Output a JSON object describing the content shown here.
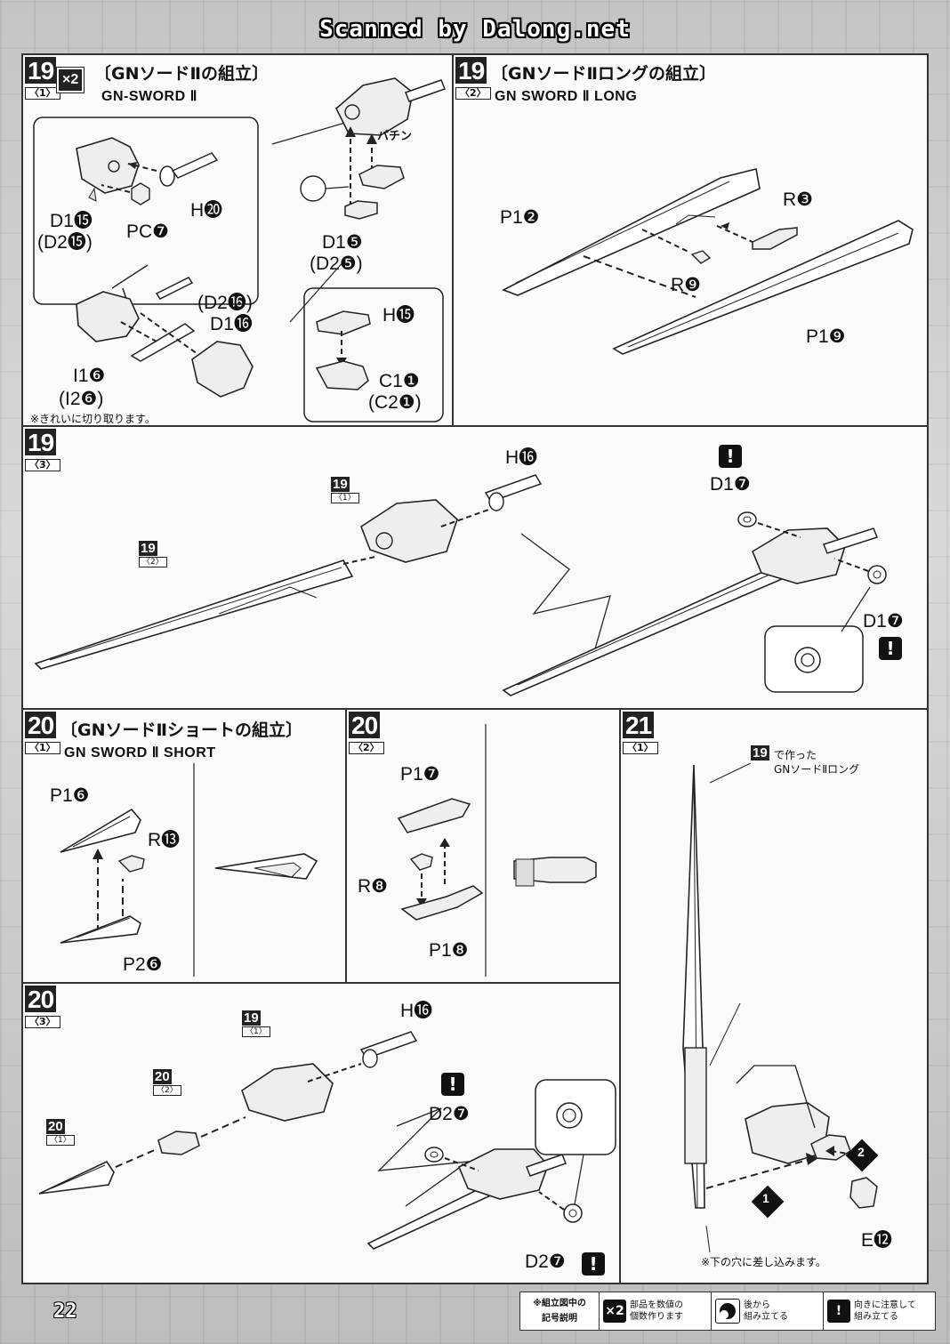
{
  "watermark": "Scanned by Dalong.net",
  "page_number": "22",
  "steps": {
    "s19_1": {
      "num": "19",
      "sub": "〈1〉",
      "qty": "×2",
      "title_jp": "〔GNソードⅡの組立〕",
      "title_en": "GN-SWORD Ⅱ",
      "labels": {
        "h20": "H⓴",
        "d1_15": "D1⓯",
        "d2_15": "(D2⓯)",
        "pc7": "PC❼",
        "d2_16": "(D2⓰)",
        "d1_16": "D1⓰",
        "i1_6": "I1❻",
        "i2_6": "(I2❻)",
        "d1_5": "D1❺",
        "d2_5": "(D2❺)",
        "pachin": "パチン",
        "h15": "H⓯",
        "c1_1": "C1❶",
        "c2_1": "(C2❶)"
      },
      "note": "※きれいに切り取ります。"
    },
    "s19_2": {
      "num": "19",
      "sub": "〈2〉",
      "title_jp": "〔GNソードⅡロングの組立〕",
      "title_en": "GN SWORD Ⅱ LONG",
      "labels": {
        "p1_2": "P1❷",
        "r3": "R❸",
        "r9": "R❾",
        "p1_9": "P1❾"
      }
    },
    "s19_3": {
      "num": "19",
      "sub": "〈3〉",
      "labels": {
        "h16": "H⓰",
        "d1_7a": "D1❼",
        "d1_7b": "D1❼"
      },
      "refs": {
        "r19_1_num": "19",
        "r19_1_sub": "〈1〉",
        "r19_2_num": "19",
        "r19_2_sub": "〈2〉"
      },
      "excl": "!"
    },
    "s20_1": {
      "num": "20",
      "sub": "〈1〉",
      "title_jp": "〔GNソードⅡショートの組立〕",
      "title_en": "GN SWORD Ⅱ SHORT",
      "labels": {
        "p1_6": "P1❻",
        "r13": "R⓭",
        "p2_6": "P2❻"
      }
    },
    "s20_2": {
      "num": "20",
      "sub": "〈2〉",
      "labels": {
        "p1_7": "P1❼",
        "r8": "R❽",
        "p1_8": "P1❽"
      }
    },
    "s20_3": {
      "num": "20",
      "sub": "〈3〉",
      "labels": {
        "h16": "H⓰",
        "d2_7a": "D2❼",
        "d2_7b": "D2❼"
      },
      "refs": {
        "r19_1_num": "19",
        "r19_1_sub": "〈1〉",
        "r20_2_num": "20",
        "r20_2_sub": "〈2〉",
        "r20_1_num": "20",
        "r20_1_sub": "〈1〉"
      }
    },
    "s21_1": {
      "num": "21",
      "sub": "〈1〉",
      "ref_num": "19",
      "ref_text1": "で作った",
      "ref_text2": "GNソードⅡロング",
      "labels": {
        "e12": "E⓬",
        "arrow1": "1",
        "arrow2": "2"
      },
      "note": "※下の穴に差し込みます。"
    }
  },
  "legend": {
    "title1": "※組立図中の",
    "title2": "記号説明",
    "items": [
      {
        "icon": "×2",
        "icon_name": "multiply-icon",
        "text1": "部品を数値の",
        "text2": "個数作ります"
      },
      {
        "icon": "",
        "icon_name": "back-half-circle-icon",
        "text1": "後から",
        "text2": "組み立てる"
      },
      {
        "icon": "!",
        "icon_name": "exclamation-icon",
        "text1": "向きに注意して",
        "text2": "組み立てる"
      }
    ]
  }
}
